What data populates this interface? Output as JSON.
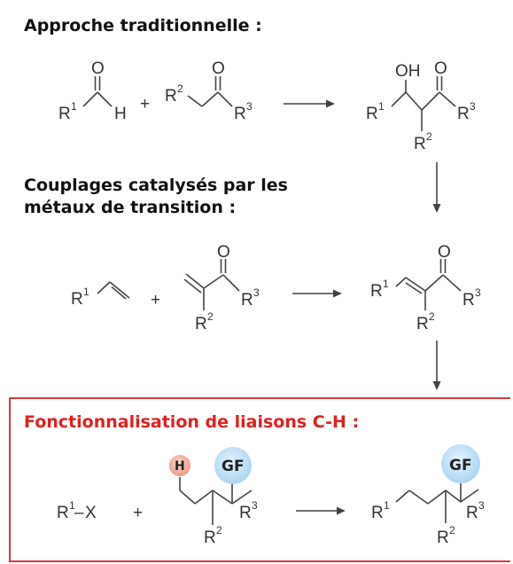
{
  "headings": {
    "traditional": "Approche traditionnelle :",
    "coupling_line1": "Couplages catalysés par les",
    "coupling_line2": "métaux de transition :",
    "ch_functionalization": "Fonctionnalisation de liaisons C-H :"
  },
  "atoms": {
    "O": "O",
    "OH": "OH",
    "H": "H",
    "R": "R",
    "X": "X",
    "GF": "GF",
    "plus": "+",
    "dash": "–",
    "sup1": "1",
    "sup2": "2",
    "sup3": "3"
  },
  "colors": {
    "heading": "#111111",
    "highlight_red": "#e02020",
    "box_border": "#d93a3a",
    "gf_circle": "#a9d5f2",
    "h_circle": "#ee9a8a"
  }
}
